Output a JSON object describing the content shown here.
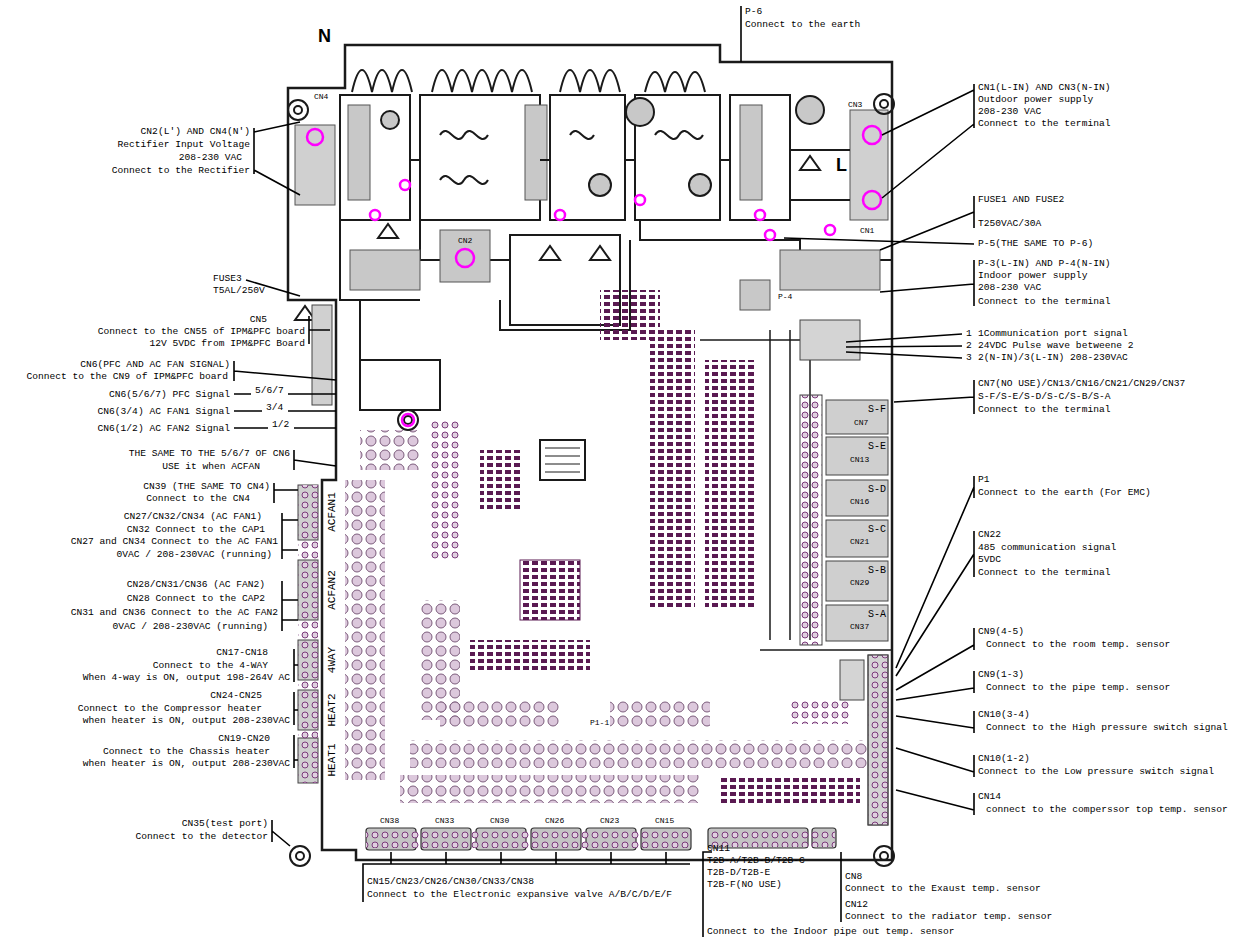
{
  "diagram": {
    "labels": [
      "P-6",
      "Connect to the earth",
      "N",
      "CN4",
      "CN3",
      "L",
      "CN1",
      "P-4",
      "CN2",
      "CN1(L-IN) AND CN3(N-IN)",
      "Outdoor power supply",
      "208-230 VAC",
      "Connect to the terminal",
      "FUSE1 AND FUSE2",
      "T250VAC/30A",
      "P-5(THE SAME TO P-6)",
      "P-3(L-IN) AND P-4(N-IN)",
      "Indoor power supply",
      "208-230 VAC",
      "Connect to the terminal",
      "1",
      "1Communication port signal",
      "2",
      "24VDC Pulse wave betweene 2",
      "3",
      "2(N-IN)/3(L-IN) 208-230VAC",
      "CN7(NO USE)/CN13/CN16/CN21/CN29/CN37",
      "S-F/S-E/S-D/S-C/S-B/S-A",
      "Connect to the terminal",
      "CN7",
      "S-F",
      "CN13",
      "S-E",
      "CN16",
      "S-D",
      "CN21",
      "S-C",
      "CN29",
      "S-B",
      "CN37",
      "S-A",
      "P1",
      "Connect to the earth (For EMC)",
      "CN22",
      "485 communication signal",
      "5VDC",
      "Connect to the terminal",
      "CN9(4-5)",
      "Connect to the room temp. sensor",
      "CN9(1-3)",
      "Connect to the pipe temp. sensor",
      "CN10(3-4)",
      "Connect to the High pressure switch signal",
      "CN10(1-2)",
      "Connect to the Low pressure switch signal",
      "CN14",
      "connect to the comperssor top temp. sensor",
      "CN8",
      "Connect to the Exaust temp. sensor",
      "CN12",
      "Connect to the radiator temp. sensor",
      "CN11",
      "T2B-A/T2B-B/T2B-C",
      "T2B-D/T2B-E",
      "T2B-F(NO USE)",
      "Connect to the Indoor pipe out temp. sensor",
      "CN38",
      "CN33",
      "CN30",
      "CN26",
      "CN23",
      "CN15",
      "CN15/CN23/CN26/CN30/CN33/CN38",
      "Connect to the Electronic expansive valve A/B/C/D/E/F",
      "CN2(L') AND CN4(N')",
      "Rectifier Input Voltage",
      "208-230 VAC",
      "Connect to the Rectifier",
      "FUSE3",
      "T5AL/250V",
      "CN5",
      "Connect to the CN55 of IPM&PFC board",
      "12V 5VDC from IPM&PFC Board",
      "CN6(PFC AND AC FAN SIGNAL)",
      "Connect to the CN9 of IPM&PFC board",
      "CN6(5/6/7) PFC Signal",
      "5/6/7",
      "CN6(3/4) AC FAN1 Signal",
      "3/4",
      "CN6(1/2) AC FAN2 Signal",
      "1/2",
      "THE SAME TO THE 5/6/7 OF CN6",
      "USE it when ACFAN",
      "CN39 (THE SAME TO CN4)",
      "Connect to the CN4",
      "CN27/CN32/CN34 (AC FAN1)",
      "CN32 Connect to the CAP1",
      "CN27 and CN34 Connect to the AC FAN1",
      "0VAC / 208-230VAC (running)",
      "CN28/CN31/CN36 (AC FAN2)",
      "CN28 Connect to the CAP2",
      "CN31 and CN36 Connect to the AC FAN2",
      "0VAC / 208-230VAC (running)",
      "CN17-CN18",
      "Connect to the 4-WAY",
      "When 4-way is ON, output 198-264V AC",
      "CN24-CN25",
      "Connect to the Compressor heater",
      "when heater is ON, output 208-230VAC",
      "CN19-CN20",
      "Connect to the Chassis heater",
      "when heater is ON, output 208-230VAC",
      "CN35(test port)",
      "Connect to the detector",
      "ACFAN1",
      "ACFAN2",
      "4WAY",
      "HEAT2",
      "HEAT1",
      "P1-1"
    ]
  }
}
